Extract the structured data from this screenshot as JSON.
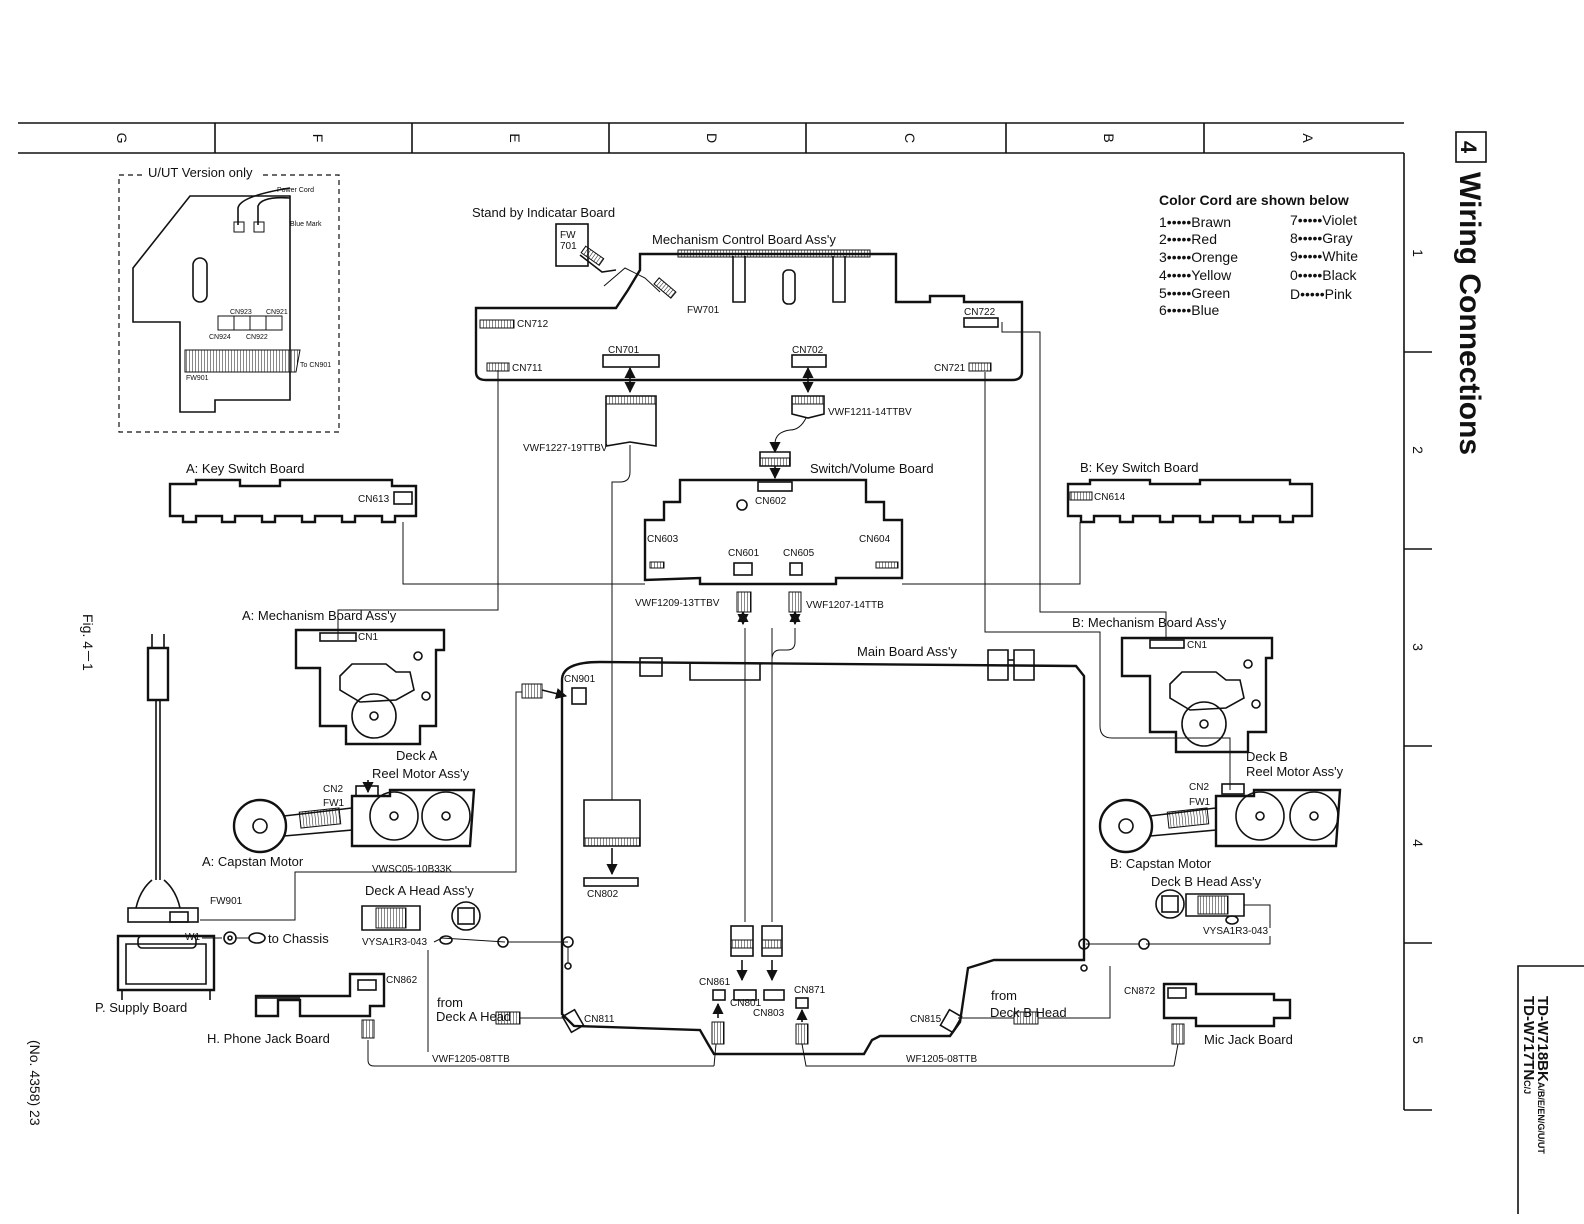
{
  "header": {
    "grid_columns": [
      "G",
      "F",
      "E",
      "D",
      "C",
      "B",
      "A"
    ],
    "grid_rows": [
      "1",
      "2",
      "3",
      "4",
      "5"
    ],
    "section_number": "4",
    "section_title": "Wiring Connections",
    "model_1": "TD-W717TN",
    "model_1_suffix": "C/J",
    "model_2": "TD-W718BK",
    "model_2_suffix": "A/B/E/EN/G/U/UT",
    "figure_label": "Fig. 4－1",
    "page_number": "(No. 4358) 23"
  },
  "color_legend": {
    "title": "Color Cord are shown below",
    "items": [
      "1•••••Brawn",
      "2•••••Red",
      "3•••••Orenge",
      "4•••••Yellow",
      "5•••••Green",
      "6•••••Blue",
      "7•••••Violet",
      "8•••••Gray",
      "9•••••White",
      "0•••••Black",
      "D•••••Pink"
    ]
  },
  "inset": {
    "title": "U/UT Version only",
    "power_cord": "Power Cord",
    "blue_mark": "Blue Mark",
    "cn923": "CN923",
    "cn921": "CN921",
    "cn924": "CN924",
    "cn922": "CN922",
    "fw901": "FW901",
    "to_cn901": "To CN901"
  },
  "boards": {
    "standby_board": "Stand by Indicatar Board",
    "fw701_box": "FW 701",
    "fw701": "FW701",
    "mech_control": "Mechanism Control Board Ass'y",
    "cn712": "CN712",
    "cn711": "CN711",
    "cn701": "CN701",
    "cn702": "CN702",
    "cn722": "CN722",
    "cn721": "CN721",
    "vwf1227": "VWF1227-19TTBV",
    "vwf1211": "VWF1211-14TTBV",
    "switch_volume": "Switch/Volume Board",
    "cn602": "CN602",
    "cn603": "CN603",
    "cn601": "CN601",
    "cn605": "CN605",
    "cn604": "CN604",
    "vwf1209": "VWF1209-13TTBV",
    "vwf1207": "VWF1207-14TTB",
    "a_key_switch": "A: Key Switch Board",
    "cn613": "CN613",
    "b_key_switch": "B: Key Switch Board",
    "cn614": "CN614",
    "a_mechanism": "A: Mechanism  Board  Ass'y",
    "a_cn1": "CN1",
    "b_mechanism": "B: Mechanism  Board Ass'y",
    "b_cn1": "CN1",
    "main_board": "Main Board Ass'y",
    "cn901": "CN901",
    "deck_a": "Deck A",
    "reel_motor_a": "Reel Motor Ass'y",
    "a_cn2": "CN2",
    "a_fw1": "FW1",
    "deck_b": "Deck B",
    "reel_motor_b": "Reel Motor Ass'y",
    "b_cn2": "CN2",
    "b_fw1": "FW1",
    "a_capstan": "A: Capstan Motor",
    "vwsc05": "VWSC05-10B33K",
    "b_capstan": "B: Capstan Motor",
    "cn802": "CN802",
    "deck_a_head": "Deck A Head Ass'y",
    "deck_b_head": "Deck B  Head  Ass'y",
    "vysa_a": "VYSA1R3-043",
    "vysa_b": "VYSA1R3-043",
    "fw901": "FW901",
    "w1": "W1",
    "to_chassis": "to Chassis",
    "p_supply": "P. Supply Board",
    "cn862": "CN862",
    "from_a_1": "from",
    "from_a_2": "Deck A Head",
    "cn811": "CN811",
    "h_phone": "H. Phone Jack Board",
    "vwf1205_a": "VWF1205-08TTB",
    "cn861": "CN861",
    "cn801": "CN801",
    "cn803": "CN803",
    "cn871": "CN871",
    "cn815": "CN815",
    "from_b_1": "from",
    "from_b_2": "Deck B  Head",
    "cn872": "CN872",
    "mic_jack": "Mic Jack Board",
    "wf1205_b": "WF1205-08TTB"
  }
}
